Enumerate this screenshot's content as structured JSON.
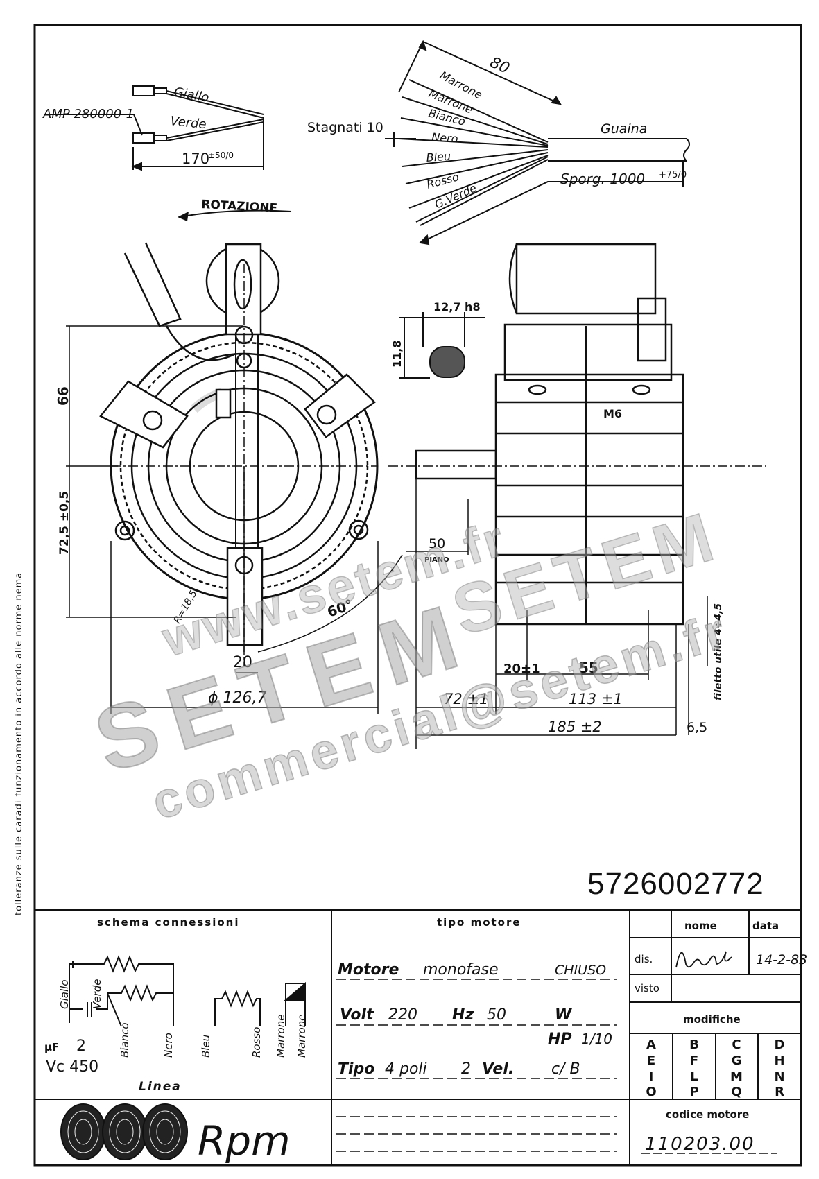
{
  "side_note": "tolleranze sulle caradi funzionamento in accordo alle norme nema",
  "part_code": "5726002772",
  "watermark": {
    "brand": "SETEM",
    "brand2": "SETEM",
    "url1": "www.setem.fr",
    "url2": "commercial@setem.fr"
  },
  "wiring": {
    "connector": "AMP 280000-1",
    "giallo": "Giallo",
    "verde": "Verde",
    "length": "170",
    "length_tol": "±50/0",
    "dim80": "80",
    "stagnati": "Stagnati 10",
    "wires": [
      "Marrone",
      "Marrone",
      "Bianco",
      "Nero",
      "Bleu",
      "Rosso",
      "G.Verde"
    ],
    "guaina": "Guaina",
    "sporg": "Sporg. 1000",
    "sporg_tol": "+75/0",
    "rotation": "ROTAZIONE"
  },
  "front_view": {
    "dim66": "66",
    "dim72": "72,5 ±0,5",
    "r": "R=18,5",
    "angle": "60°",
    "dim20": "20",
    "diameter": "ϕ 126,7"
  },
  "shaft": {
    "dia": "12,7 h8",
    "flat": "11,8"
  },
  "side_view": {
    "plane": "50",
    "plane_label": "PIANO",
    "m6": "M6",
    "dim20": "20±1",
    "dim55": "55",
    "dim72": "72 ±1",
    "dim113": "113 ±1",
    "dim185": "185 ±2",
    "dim65": "6,5",
    "thread": "filetto utile 4÷4,5"
  },
  "title_block": {
    "schema_title": "schema connessioni",
    "schema_labels": [
      "Giallo",
      "Verde",
      "Bianco",
      "Nero",
      "Bleu",
      "Rosso",
      "Marrone",
      "Marrone"
    ],
    "cap_uf": "µF",
    "cap_value": "2",
    "cap_vc": "Vc 450",
    "linea": "Linea",
    "tipo_title": "tipo motore",
    "motore_label": "Motore",
    "motore_value": "monofase",
    "chiuso": "CHIUSO",
    "volt_label": "Volt",
    "volt_value": "220",
    "hz_label": "Hz",
    "hz_value": "50",
    "w_label": "W",
    "hp_label": "HP",
    "hp_value": "1/10",
    "tipo_label": "Tipo",
    "poli": "4 poli",
    "vel_count": "2",
    "vel_label": "Vel.",
    "cb": "c/ B",
    "nome": "nome",
    "data": "data",
    "dis": "dis.",
    "visto": "visto",
    "date_value": "14-2-83",
    "modifiche": "modifiche",
    "modifiche_letters": [
      "A",
      "B",
      "C",
      "D",
      "E",
      "F",
      "G",
      "H",
      "I",
      "L",
      "M",
      "N",
      "O",
      "P",
      "Q",
      "R"
    ],
    "codice_title": "codice motore",
    "codice_value": "110203.00",
    "logo_text": "Rpm"
  }
}
